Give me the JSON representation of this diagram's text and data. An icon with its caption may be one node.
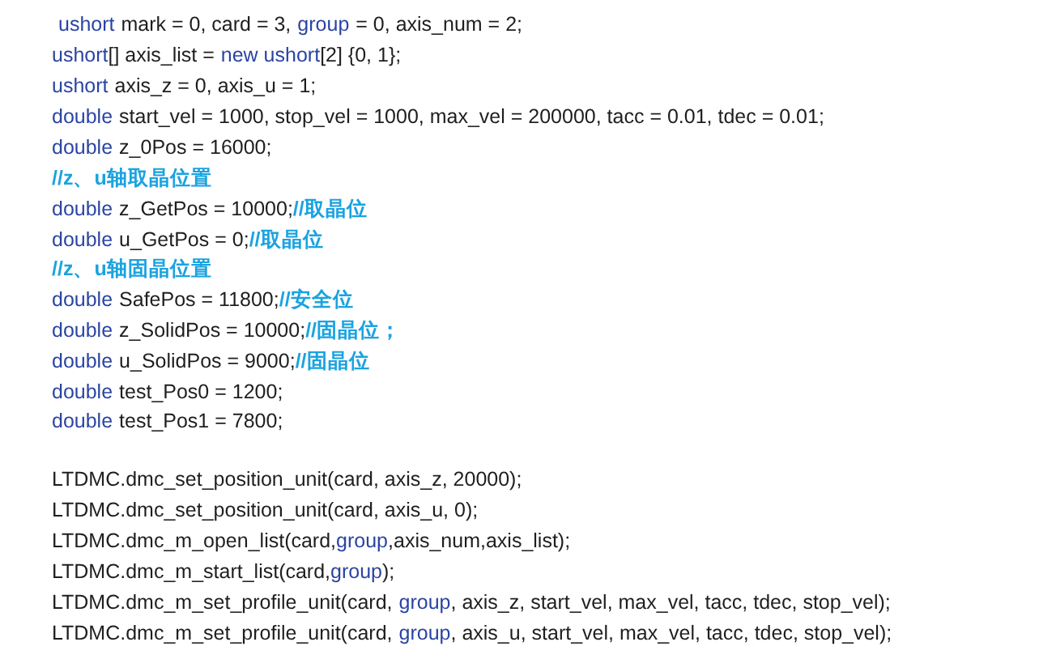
{
  "diagram": {
    "labels": [
      "ushort",
      "mark = 0, card = 3,",
      "group",
      "= 0, axis_num = 2;",
      "ushort",
      "[] axis_list =",
      "new ushort",
      "[2] {0, 1};",
      "ushort",
      "axis_z = 0, axis_u = 1;",
      "double",
      "start_vel = 1000, stop_vel = 1000, max_vel = 200000, tacc = 0.01, tdec = 0.01;",
      "double",
      "z_0Pos = 16000;",
      "//z、u轴取晶位置",
      "double",
      "z_GetPos = 10000;",
      "//取晶位",
      "double",
      "u_GetPos = 0;",
      "//取晶位",
      "//z、u轴固晶位置",
      "double",
      "SafePos = 11800;",
      "//安全位",
      "double",
      "z_SolidPos = 10000;",
      "//固晶位；",
      "double",
      "u_SolidPos = 9000;",
      "//固晶位",
      "double",
      "test_Pos0 = 1200;",
      "double",
      "test_Pos1 = 7800;",
      "LTDMC.dmc_set_position_unit(card, axis_z, 20000);",
      "LTDMC.dmc_set_position_unit(card, axis_u, 0);",
      "LTDMC.dmc_m_open_list(card,",
      "group",
      ",axis_num,axis_list);",
      "LTDMC.dmc_m_start_list(card,",
      "group",
      ");",
      "LTDMC.dmc_m_set_profile_unit(card,",
      "group",
      ", axis_z, start_vel, max_vel, tacc, tdec, stop_vel);",
      "LTDMC.dmc_m_set_profile_unit(card,",
      "group",
      ", axis_u, start_vel, max_vel, tacc, tdec, stop_vel);"
    ]
  }
}
